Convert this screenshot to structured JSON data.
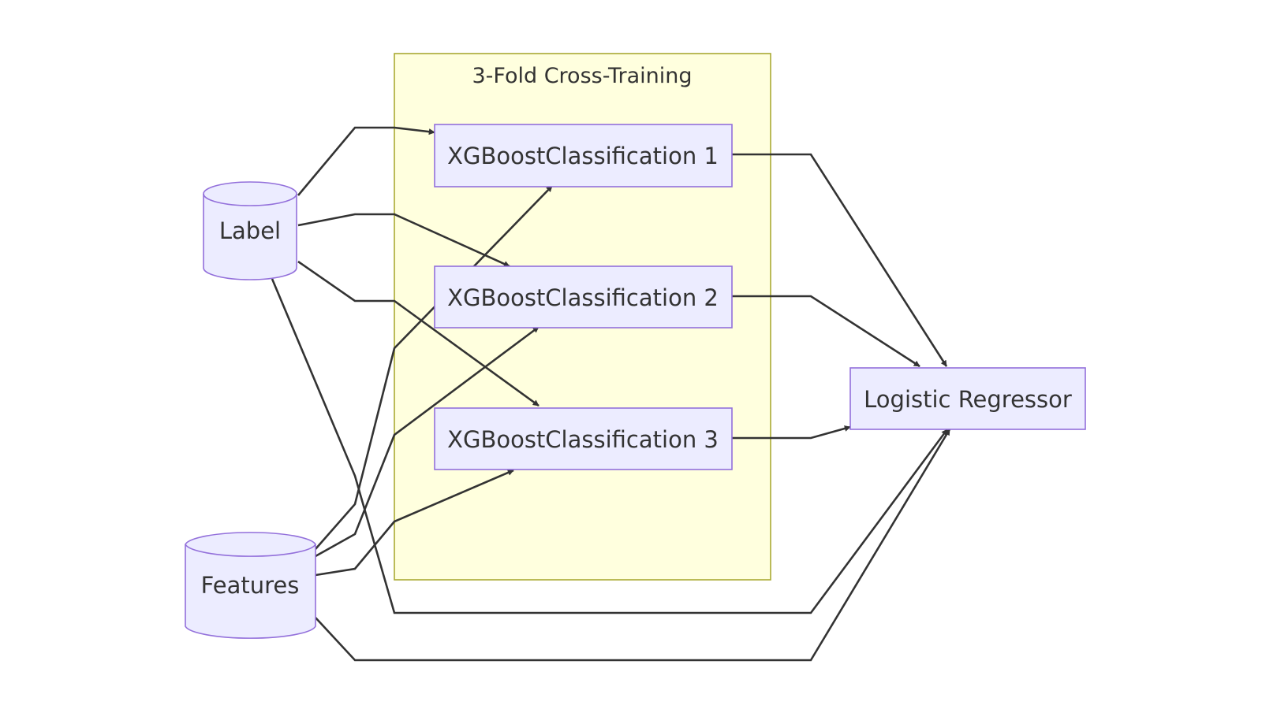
{
  "cluster": {
    "title": "3-Fold Cross-Training"
  },
  "nodes": {
    "label": "Label",
    "features": "Features",
    "xgb1": "XGBoostClassification 1",
    "xgb2": "XGBoostClassification 2",
    "xgb3": "XGBoostClassification 3",
    "logreg": "Logistic Regressor"
  },
  "colors": {
    "cluster_fill": "#ffffde",
    "cluster_stroke": "#aaaa33",
    "node_fill": "#ececff",
    "node_stroke": "#9370db",
    "edge": "#333333",
    "text": "#333333"
  }
}
